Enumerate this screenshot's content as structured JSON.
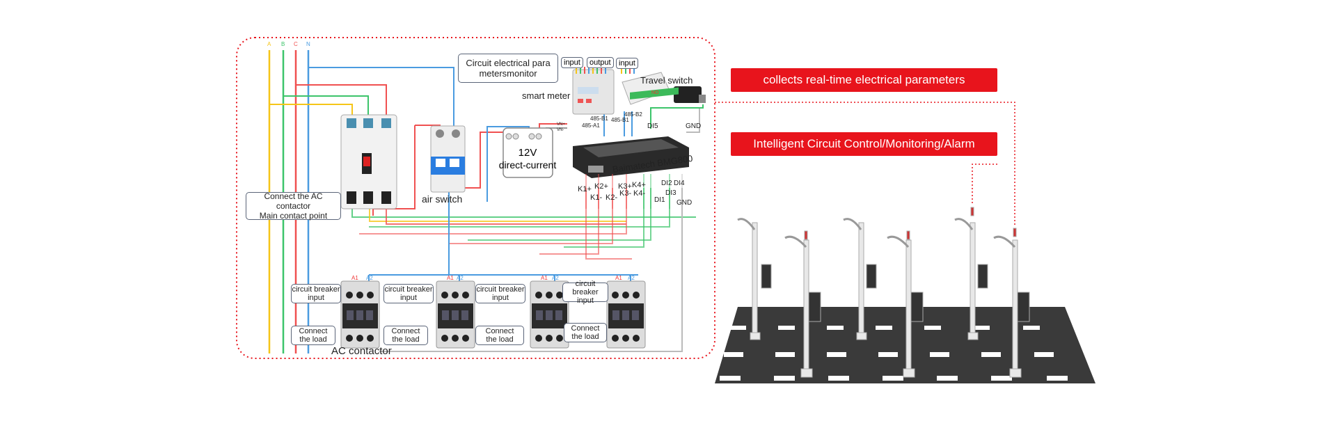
{
  "phases": [
    "A",
    "B",
    "C",
    "N"
  ],
  "callouts": {
    "realtime": "collects real-time electrical parameters",
    "control": "Intelligent Circuit Control/Monitoring/Alarm"
  },
  "diagram": {
    "meter_monitor_box": [
      "Circuit electrical para",
      "metersmonitor"
    ],
    "meter_input": "input",
    "meter_output": "output",
    "module_input": "input",
    "smart_meter": "smart meter",
    "travel_switch": "Travel switch",
    "no_mark": "NO",
    "rs485": [
      "485-B1",
      "485-A1",
      "485-B1",
      "485-B2"
    ],
    "di5": "DI5",
    "gnd_top": "GND",
    "power_supply": [
      "12V",
      "direct-current"
    ],
    "vn_labels": [
      "VN+",
      "VN-"
    ],
    "controller": "Baimatech BMG800",
    "k_labels": [
      "K1+",
      "K1-",
      "K2+",
      "K2-",
      "K3+",
      "K3-",
      "K4+",
      "K4-"
    ],
    "di_labels": [
      "DI1",
      "DI2",
      "DI3",
      "DI4",
      "GND"
    ],
    "air_switch": "air switch",
    "ac_contactor_box": [
      "Connect the AC contactor",
      "Main contact point"
    ],
    "contactor_label": "AC contactor",
    "breaker_input": [
      "circuit breaker",
      "input"
    ],
    "connect_load": [
      "Connect",
      "the load"
    ],
    "coil_labels": [
      "A1",
      "A2"
    ]
  },
  "colors": {
    "accent": "#e8141c",
    "phaseA": "#f5c518",
    "phaseB": "#3cc46a",
    "phaseC": "#f05050",
    "neutral": "#4a9be0"
  }
}
